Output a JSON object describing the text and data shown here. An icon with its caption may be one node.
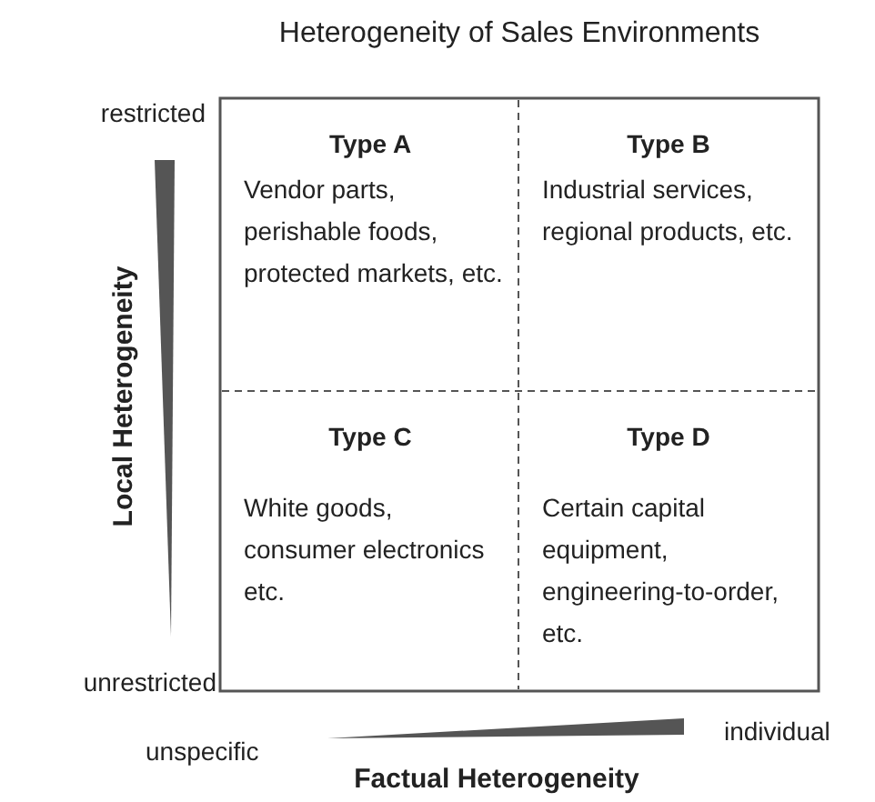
{
  "diagram": {
    "title": "Heterogeneity of Sales Environments",
    "nodes": [
      {
        "text": [
          "Type A",
          "Vendor parts, perishable foods, protected markets, etc."
        ]
      },
      {
        "text": [
          "Type B",
          "Industrial services, regional products, etc."
        ]
      },
      {
        "text": [
          "Type C",
          "White goods, consumer electronics etc."
        ]
      },
      {
        "text": [
          "Type D",
          "Certain capital equipment, engineering-to-order, etc."
        ]
      }
    ],
    "labels": [
      "restricted",
      "Local Heterogeneity",
      "unrestricted",
      "unspecific",
      "individual",
      "Factual Heterogeneity"
    ]
  }
}
